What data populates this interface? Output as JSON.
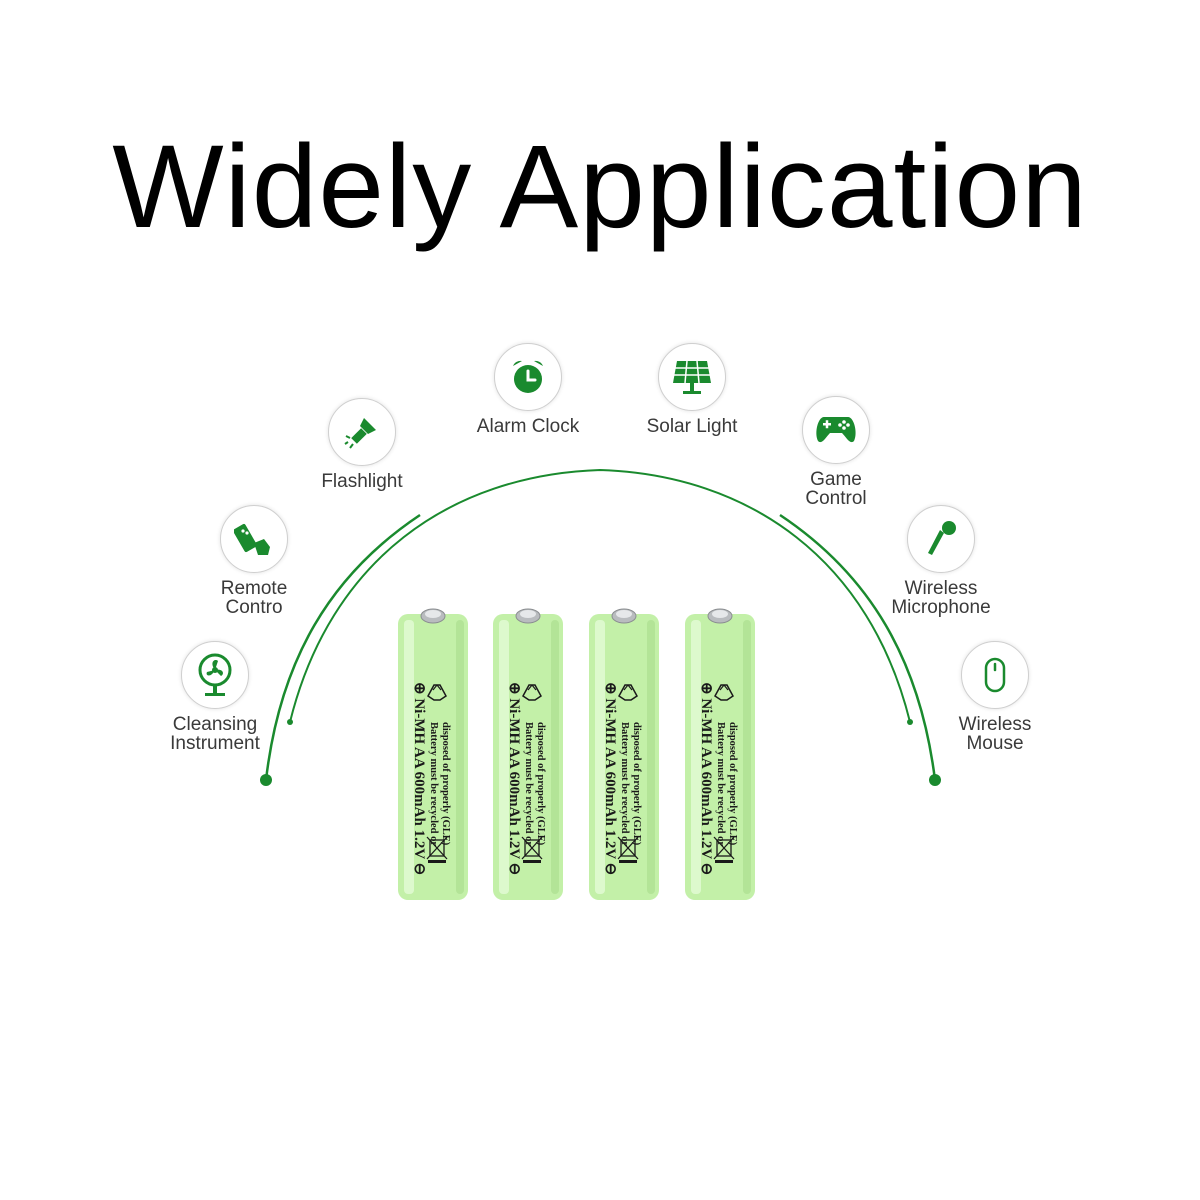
{
  "title": "Widely Application",
  "colors": {
    "accent": "#1a8a2e",
    "battery": "#c3f0a8",
    "text": "#3a3a3a"
  },
  "applications": [
    {
      "id": "cleansing-instrument",
      "icon": "fan-icon",
      "line1": "Cleansing",
      "line2": "Instrument"
    },
    {
      "id": "remote-control",
      "icon": "remote-control-icon",
      "line1": "Remote",
      "line2": "Contro"
    },
    {
      "id": "flashlight",
      "icon": "flashlight-icon",
      "line1": "Flashlight",
      "line2": ""
    },
    {
      "id": "alarm-clock",
      "icon": "alarm-clock-icon",
      "line1": "Alarm Clock",
      "line2": ""
    },
    {
      "id": "solar-light",
      "icon": "solar-panel-icon",
      "line1": "Solar Light",
      "line2": ""
    },
    {
      "id": "game-control",
      "icon": "gamepad-icon",
      "line1": "Game",
      "line2": "Control"
    },
    {
      "id": "wireless-microphone",
      "icon": "microphone-icon",
      "line1": "Wireless",
      "line2": "Microphone"
    },
    {
      "id": "wireless-mouse",
      "icon": "mouse-icon",
      "line1": "Wireless",
      "line2": "Mouse"
    }
  ],
  "battery": {
    "line1": "Ni-MH AA 600mAh 1.2V",
    "line2": "Battery must be recycled or",
    "line3": "disposed of properly (GLE)",
    "plus": "⊕",
    "minus": "⊖"
  }
}
